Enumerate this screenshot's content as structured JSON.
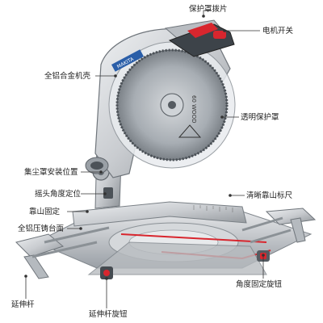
{
  "labels": {
    "blade_guard_lever": "保护罩拨片",
    "motor_switch": "电机开关",
    "aluminum_housing": "全铝合金机壳",
    "transparent_guard": "透明保护罩",
    "dust_bag_mount": "集尘罩安装位置",
    "swing_angle_lock": "摇头角度定位",
    "fence_fix": "靠山固定",
    "die_cast_table": "全铝压铸台面",
    "clear_fence_scale": "清晰靠山标尺",
    "extension_rod": "延伸杆",
    "extension_knob": "延伸杆旋钮",
    "angle_lock_knob": "角度固定旋钮"
  },
  "blade_text": "60 WOOD",
  "brand_text": "MAKITA",
  "colors": {
    "body_silver": "#c9ccd0",
    "body_dark": "#8d9297",
    "accent_red": "#d8262e",
    "blade": "#a7adb3",
    "label_text": "#222222"
  }
}
